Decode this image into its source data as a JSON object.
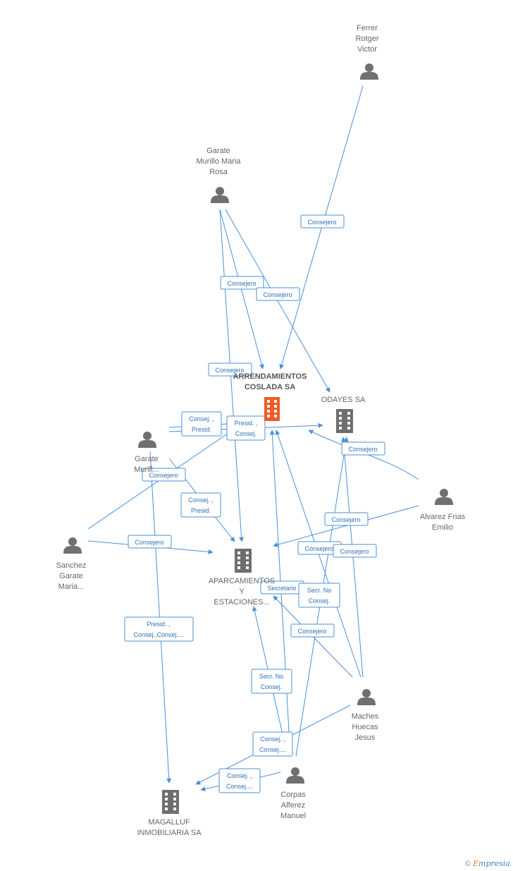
{
  "nodes": {
    "ferrer": {
      "lines": [
        "Ferrer",
        "Rotger",
        "Victor"
      ],
      "type": "person"
    },
    "garate_rosa": {
      "lines": [
        "Garate",
        "Murillo Maria",
        "Rosa"
      ],
      "type": "person"
    },
    "arrendamientos": {
      "lines": [
        "ARRENDAMIENTOS",
        "COSLADA SA"
      ],
      "type": "company-main"
    },
    "odayes": {
      "lines": [
        "ODAYES SA"
      ],
      "type": "company"
    },
    "garate_m": {
      "lines": [
        "Garate",
        "Murill..."
      ],
      "type": "person"
    },
    "alvarez": {
      "lines": [
        "Alvarez Frias",
        "Emilio"
      ],
      "type": "person"
    },
    "sanchez": {
      "lines": [
        "Sanchez",
        "Garate",
        "Maria..."
      ],
      "type": "person"
    },
    "aparcamientos": {
      "lines": [
        "APARCAMIENTOS",
        "Y",
        "ESTACIONES..."
      ],
      "type": "company"
    },
    "maches": {
      "lines": [
        "Maches",
        "Huecas",
        "Jesus"
      ],
      "type": "person"
    },
    "corpas": {
      "lines": [
        "Corpas",
        "Alferez",
        "Manuel"
      ],
      "type": "person"
    },
    "magalluf": {
      "lines": [
        "MAGALLUF",
        "INMOBILIARIA SA"
      ],
      "type": "company"
    }
  },
  "edge_labels": [
    [
      "Consejero"
    ],
    [
      "Consejero"
    ],
    [
      "Consejero"
    ],
    [
      "Consejero"
    ],
    [
      "Consej. ,",
      "Presid."
    ],
    [
      "Presid. ,",
      "Consej."
    ],
    [
      "Consejero"
    ],
    [
      "Consejero"
    ],
    [
      "Consej. ,",
      "Presid."
    ],
    [
      "Consejero"
    ],
    [
      "Consejero"
    ],
    [
      "Consejero"
    ],
    [
      "Consejero"
    ],
    [
      "Secretario"
    ],
    [
      "Secr.  No",
      "Consej."
    ],
    [
      "Consejero"
    ],
    [
      "Secr.  No",
      "Consej."
    ],
    [
      "Presid. ,",
      "Consej.,Consej...."
    ],
    [
      "Consej. ,",
      "Consej...."
    ],
    [
      "Consej. ,",
      "Consej...."
    ]
  ],
  "footer": {
    "copyright": "©",
    "brand_first": "E",
    "brand_rest": "mpresia"
  },
  "colors": {
    "edge": "#4a90d9",
    "person": "#707070",
    "company": "#6e6e6e",
    "company_main": "#f05a28"
  }
}
